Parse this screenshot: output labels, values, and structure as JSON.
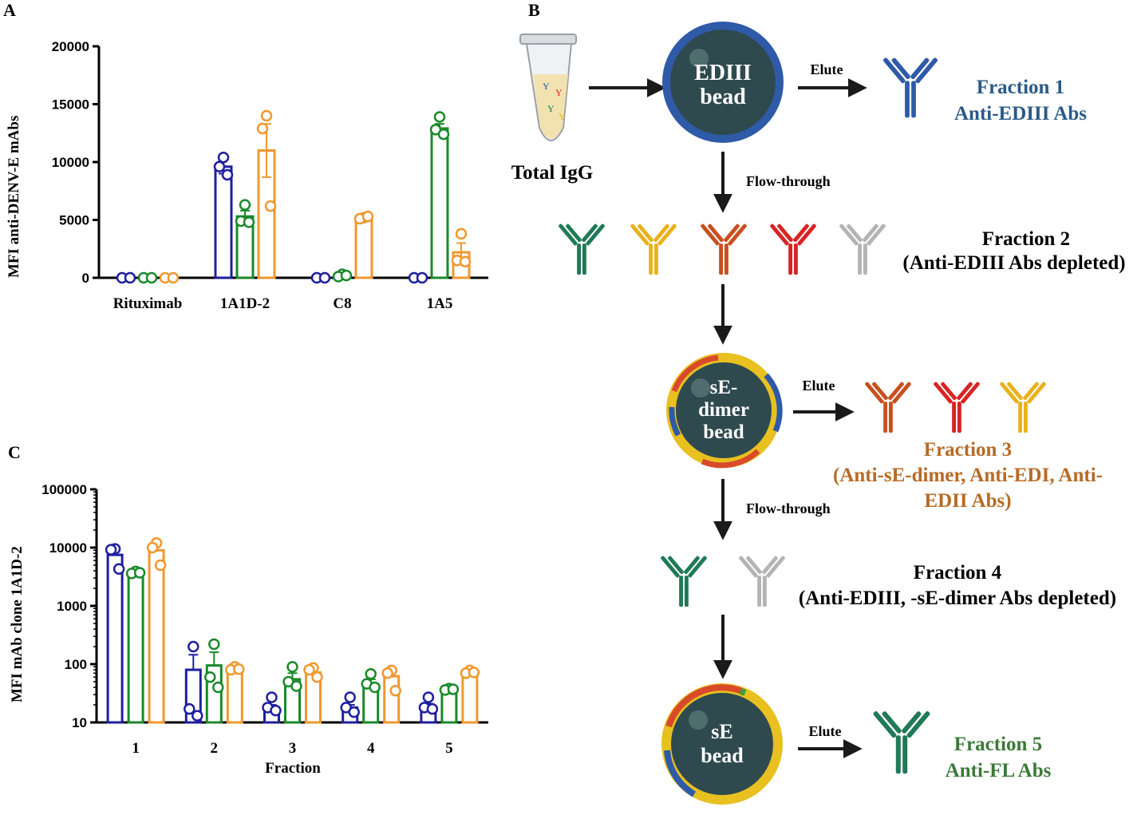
{
  "panel_labels": {
    "a": "A",
    "b": "B",
    "c": "C"
  },
  "colors": {
    "blue": "#1f1fa0",
    "green": "#1a8a2a",
    "orange": "#f0982e",
    "ab_blue": "#2e5aa8",
    "ab_green": "#1f7a56",
    "ab_yellow": "#e8b21e",
    "ab_orange": "#c8501e",
    "ab_red": "#d92424",
    "ab_grey": "#b4b4b4",
    "bead": "#2e4a4f",
    "text_blue": "#2a5a88",
    "text_orange": "#b86a24",
    "text_green": "#3b7a37"
  },
  "chart_data": [
    {
      "type": "bar",
      "panel": "A",
      "ylabel": "MFI anti-DENV-E mAbs",
      "xlabel": "",
      "ylim": [
        0,
        20000
      ],
      "yticks": [
        "0",
        "5000",
        "10000",
        "15000",
        "20000"
      ],
      "categories": [
        "Rituximab",
        "1A1D-2",
        "C8",
        "1A5"
      ],
      "series": [
        {
          "color_key": "blue",
          "values": [
            0,
            9600,
            0,
            0
          ],
          "errors": [
            0,
            600,
            0,
            0
          ],
          "points": [
            [
              0,
              0
            ],
            [
              10400,
              9600,
              8900
            ],
            [
              0,
              0
            ],
            [
              0,
              0
            ]
          ]
        },
        {
          "color_key": "green",
          "values": [
            0,
            5300,
            200,
            12900
          ],
          "errors": [
            0,
            500,
            0,
            400
          ],
          "points": [
            [
              0,
              0
            ],
            [
              6300,
              4900,
              4800
            ],
            [
              300,
              100,
              200
            ],
            [
              13900,
              12800,
              12400
            ]
          ]
        },
        {
          "color_key": "orange",
          "values": [
            0,
            11000,
            5200,
            2200
          ],
          "errors": [
            0,
            2300,
            0,
            800
          ],
          "points": [
            [
              0,
              0
            ],
            [
              14000,
              12900,
              6200
            ],
            [
              5200,
              5100,
              5300
            ],
            [
              3800,
              1500,
              1400
            ]
          ]
        }
      ]
    },
    {
      "type": "bar",
      "panel": "C",
      "scale": "log",
      "ylabel": "MFI mAb clone 1A1D-2",
      "xlabel": "Fraction",
      "ylim": [
        10,
        100000
      ],
      "yticks": [
        "10",
        "100",
        "1000",
        "10000",
        "100000"
      ],
      "categories": [
        "1",
        "2",
        "3",
        "4",
        "5"
      ],
      "series": [
        {
          "color_key": "blue",
          "values": [
            7500,
            80,
            18,
            18,
            19
          ],
          "err_hi": [
            9500,
            145,
            20,
            20,
            21
          ],
          "points": [
            [
              9500,
              9200,
              4300
            ],
            [
              200,
              17,
              13
            ],
            [
              27,
              18,
              16
            ],
            [
              27,
              18,
              15
            ],
            [
              27,
              18,
              17
            ]
          ]
        },
        {
          "color_key": "green",
          "values": [
            3800,
            95,
            55,
            45,
            37
          ],
          "err_hi": [
            4000,
            160,
            70,
            55,
            39
          ],
          "points": [
            [
              3900,
              3600,
              3700
            ],
            [
              220,
              60,
              40
            ],
            [
              90,
              50,
              42
            ],
            [
              68,
              46,
              40
            ],
            [
              38,
              36,
              37
            ]
          ]
        },
        {
          "color_key": "orange",
          "values": [
            9000,
            85,
            72,
            62,
            72
          ],
          "err_hi": [
            11500,
            92,
            85,
            80,
            78
          ],
          "points": [
            [
              12000,
              10000,
              5000
            ],
            [
              90,
              80,
              82
            ],
            [
              86,
              80,
              60
            ],
            [
              78,
              70,
              35
            ],
            [
              78,
              70,
              72
            ]
          ]
        }
      ]
    }
  ],
  "diagram": {
    "tube_label": "Total IgG",
    "bead1": {
      "line1": "EDIII",
      "line2": "bead"
    },
    "bead2": {
      "line1": "sE-",
      "line2": "dimer",
      "line3": "bead"
    },
    "bead3": {
      "line1": "sE",
      "line2": "bead"
    },
    "elute": "Elute",
    "flow_through": "Flow-through",
    "fraction1": {
      "title": "Fraction 1",
      "sub": "Anti-EDIII Abs"
    },
    "fraction2": {
      "title": "Fraction 2",
      "sub": "(Anti-EDIII Abs depleted)"
    },
    "fraction3": {
      "title": "Fraction 3",
      "sub1": "(Anti-sE-dimer, Anti-EDI, Anti-",
      "sub2": "EDII Abs)"
    },
    "fraction4": {
      "title": "Fraction 4",
      "sub": "(Anti-EDIII, -sE-dimer Abs depleted)"
    },
    "fraction5": {
      "title": "Fraction 5",
      "sub": "Anti-FL Abs"
    }
  }
}
